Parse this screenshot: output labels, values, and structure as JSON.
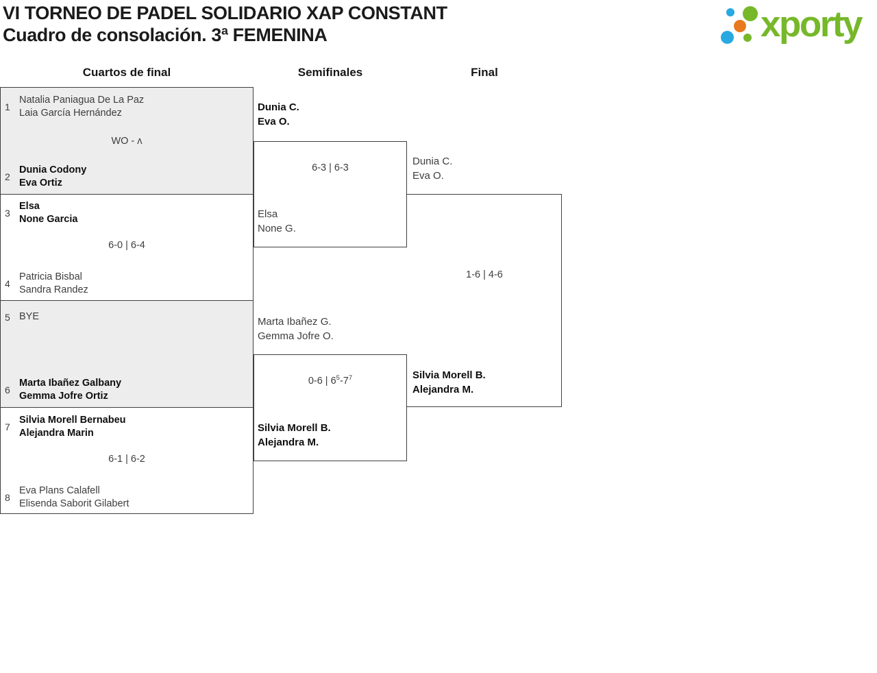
{
  "header": {
    "title_line1": "VI TORNEO DE PADEL SOLIDARIO XAP CONSTANT",
    "title_line2": "Cuadro de consolación. 3ª FEMENINA",
    "logo_text": "xporty"
  },
  "colors": {
    "brand_green": "#76b82a",
    "brand_blue": "#29a9e1",
    "brand_orange": "#e8791e",
    "block_grey": "#ededed",
    "border": "#3f3f3f",
    "text_normal": "#3d3d3d",
    "text_winner": "#0e0e0e"
  },
  "rounds": [
    {
      "label": "Cuartos de final"
    },
    {
      "label": "Semifinales"
    },
    {
      "label": "Final"
    }
  ],
  "bracket": {
    "quarterfinals": [
      {
        "seed1": "1",
        "team1": [
          "Natalia Paniagua De La Paz",
          "Laia García Hernández"
        ],
        "team1_winner": false,
        "score": "WO - ʌ",
        "seed2": "2",
        "team2": [
          "Dunia Codony",
          "Eva Ortiz"
        ],
        "team2_winner": true
      },
      {
        "seed1": "3",
        "team1": [
          "Elsa",
          "None Garcia"
        ],
        "team1_winner": true,
        "score": "6-0 | 6-4",
        "seed2": "4",
        "team2": [
          "Patricia Bisbal",
          "Sandra Randez"
        ],
        "team2_winner": false
      },
      {
        "seed1": "5",
        "team1": [
          "BYE"
        ],
        "team1_winner": false,
        "score": "",
        "seed2": "6",
        "team2": [
          "Marta Ibañez Galbany",
          "Gemma Jofre Ortiz"
        ],
        "team2_winner": true
      },
      {
        "seed1": "7",
        "team1": [
          "Silvia Morell Bernabeu",
          "Alejandra Marin"
        ],
        "team1_winner": true,
        "score": "6-1 | 6-2",
        "seed2": "8",
        "team2": [
          "Eva Plans Calafell",
          "Elisenda Saborit Gilabert"
        ],
        "team2_winner": false
      }
    ],
    "semifinals": [
      {
        "team1": [
          "Dunia C.",
          "Eva O."
        ],
        "team1_winner": true,
        "score": "6-3 | 6-3",
        "team2": [
          "Elsa",
          "None G."
        ],
        "team2_winner": false
      },
      {
        "team1": [
          "Marta Ibañez G.",
          "Gemma Jofre O."
        ],
        "team1_winner": false,
        "score_main_a": "0-6 | 6",
        "score_sup_a": "5",
        "score_main_b": "-7",
        "score_sup_b": "7",
        "team2": [
          "Silvia Morell B.",
          "Alejandra M."
        ],
        "team2_winner": true
      }
    ],
    "final": {
      "team1": [
        "Dunia C.",
        "Eva O."
      ],
      "team1_winner": false,
      "score": "1-6 | 4-6",
      "team2": [
        "Silvia Morell B.",
        "Alejandra M."
      ],
      "team2_winner": true
    }
  }
}
